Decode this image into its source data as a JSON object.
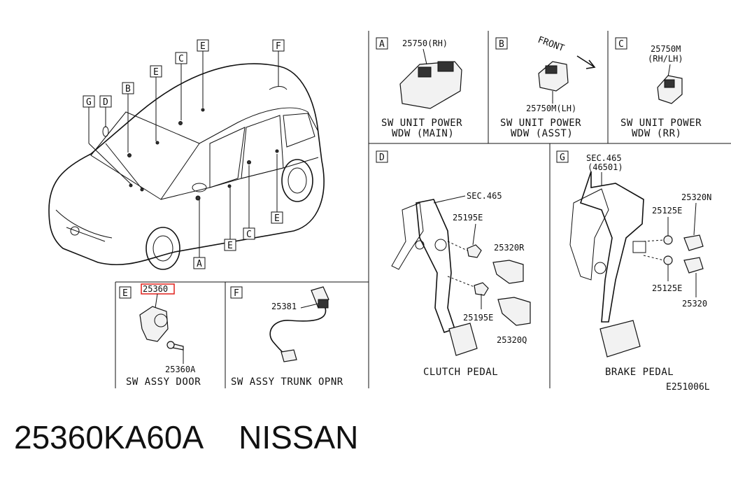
{
  "main": {
    "callouts": {
      "g": "G",
      "d": "D",
      "b": "B",
      "e_a": "E",
      "c_a": "C",
      "e_b": "E",
      "f": "F",
      "a": "A",
      "e_c": "E",
      "c_b": "C",
      "e_d": "E"
    }
  },
  "panel_a": {
    "letter": "A",
    "part_no": "25750(RH)",
    "caption_1": "SW UNIT POWER",
    "caption_2": "WDW (MAIN)"
  },
  "panel_b": {
    "letter": "B",
    "front_label": "FRONT",
    "part_no": "25750M(LH)",
    "caption_1": "SW UNIT POWER",
    "caption_2": "WDW (ASST)"
  },
  "panel_c": {
    "letter": "C",
    "part_no_1": "25750M",
    "part_no_2": "(RH/LH)",
    "caption_1": "SW UNIT POWER",
    "caption_2": "WDW (RR)"
  },
  "panel_d": {
    "letter": "D",
    "sec": "SEC.465",
    "p1": "25195E",
    "p2": "25320R",
    "p3": "25195E",
    "p4": "25320Q",
    "caption": "CLUTCH PEDAL"
  },
  "panel_g": {
    "letter": "G",
    "sec_1": "SEC.465",
    "sec_2": "(46501)",
    "p1": "25320N",
    "p2": "25125E",
    "p3": "25125E",
    "p4": "25320",
    "caption": "BRAKE PEDAL"
  },
  "panel_e": {
    "letter": "E",
    "part_highlight": "25360",
    "part_no": "25360A",
    "caption": "SW ASSY DOOR",
    "highlight_color": "#e0201c"
  },
  "panel_f": {
    "letter": "F",
    "part_no": "25381",
    "caption": "SW ASSY TRUNK OPNR"
  },
  "diagram_code": "E251006L",
  "footer": {
    "part_number": "25360KA60A",
    "brand": "NISSAN"
  }
}
